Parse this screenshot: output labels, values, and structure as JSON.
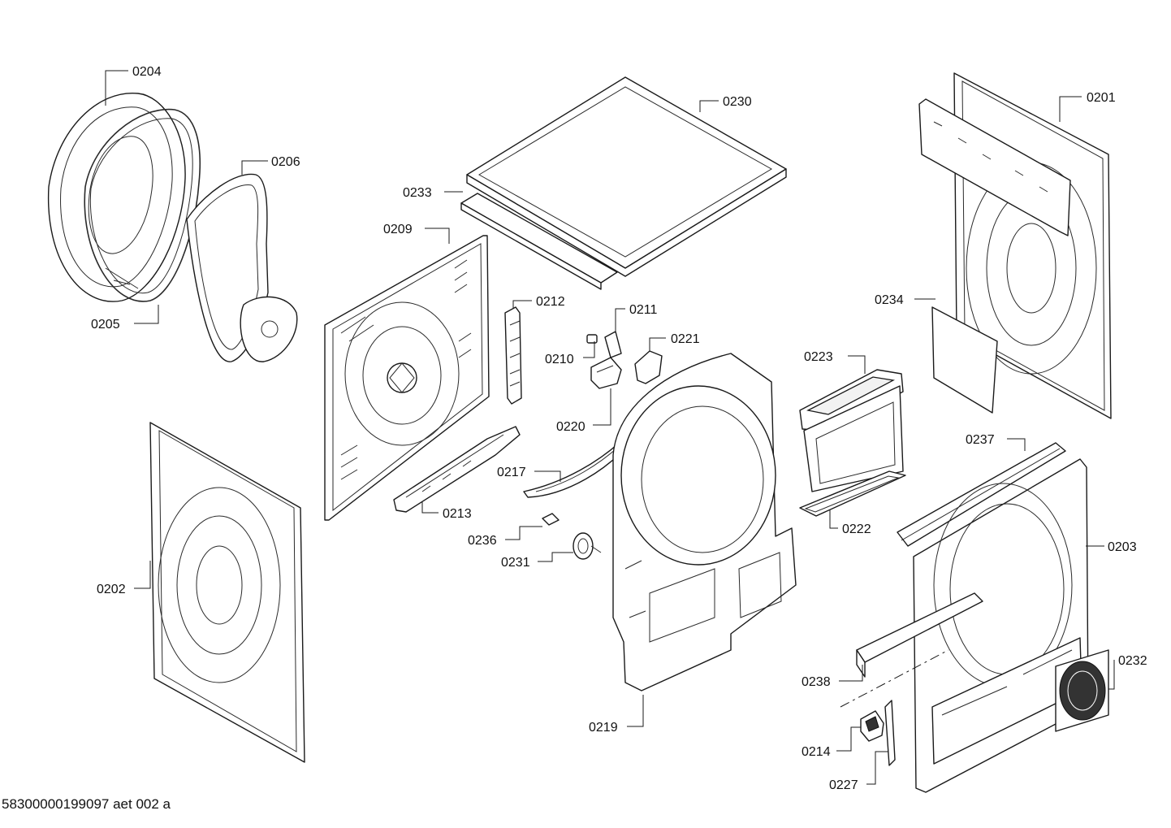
{
  "labels": {
    "l0204": "0204",
    "l0206": "0206",
    "l0205": "0205",
    "l0230": "0230",
    "l0233": "0233",
    "l0209": "0209",
    "l0201": "0201",
    "l0212": "0212",
    "l0211": "0211",
    "l0210": "0210",
    "l0221": "0221",
    "l0234": "0234",
    "l0220": "0220",
    "l0223": "0223",
    "l0237": "0237",
    "l0217": "0217",
    "l0213": "0213",
    "l0202": "0202",
    "l0236": "0236",
    "l0222": "0222",
    "l0203": "0203",
    "l0231": "0231",
    "l0238": "0238",
    "l0232": "0232",
    "l0214": "0214",
    "l0219": "0219",
    "l0227": "0227"
  },
  "footer": "58300000199097 aet 002 a"
}
